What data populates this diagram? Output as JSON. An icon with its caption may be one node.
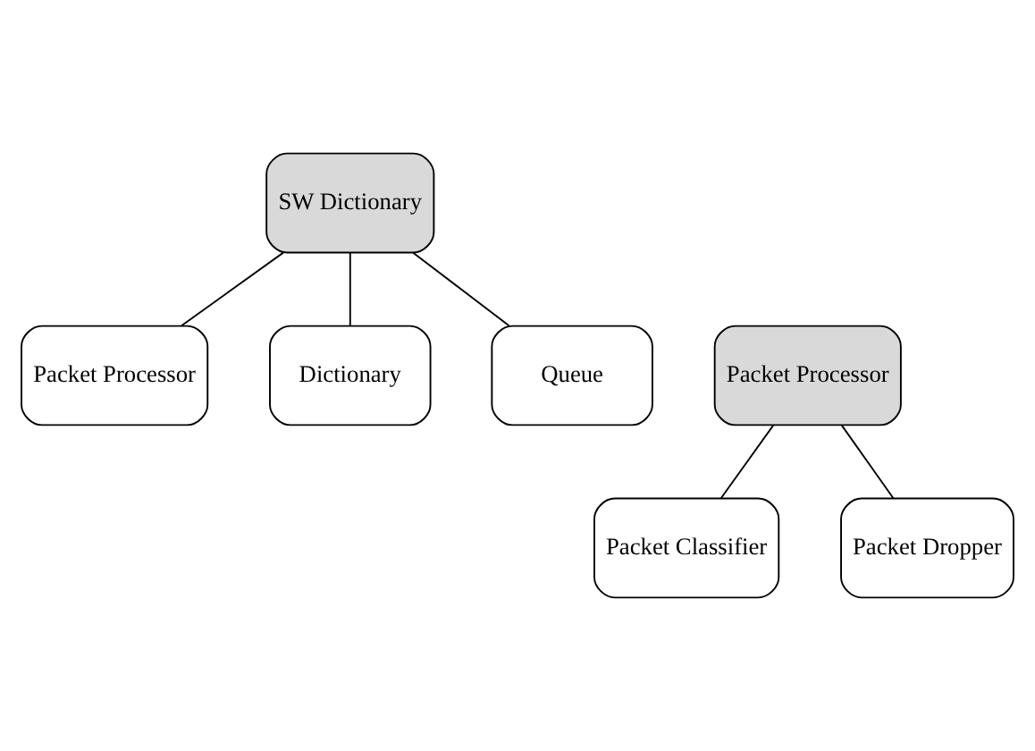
{
  "diagram": {
    "nodes": [
      {
        "text": [
          "SW Dictionary"
        ]
      },
      {
        "text": [
          "Packet Processor"
        ]
      },
      {
        "text": [
          "Dictionary"
        ]
      },
      {
        "text": [
          "Queue"
        ]
      },
      {
        "text": [
          "Packet Processor"
        ]
      },
      {
        "text": [
          "Packet Classifier"
        ]
      },
      {
        "text": [
          "Packet Dropper"
        ]
      }
    ],
    "edges": [
      {
        "from": 0,
        "to": 1,
        "arrow": "none"
      },
      {
        "from": 0,
        "to": 2,
        "arrow": "none"
      },
      {
        "from": 0,
        "to": 3,
        "arrow": "none"
      },
      {
        "from": 4,
        "to": 5,
        "arrow": "none"
      },
      {
        "from": 4,
        "to": 6,
        "arrow": "none"
      }
    ]
  }
}
